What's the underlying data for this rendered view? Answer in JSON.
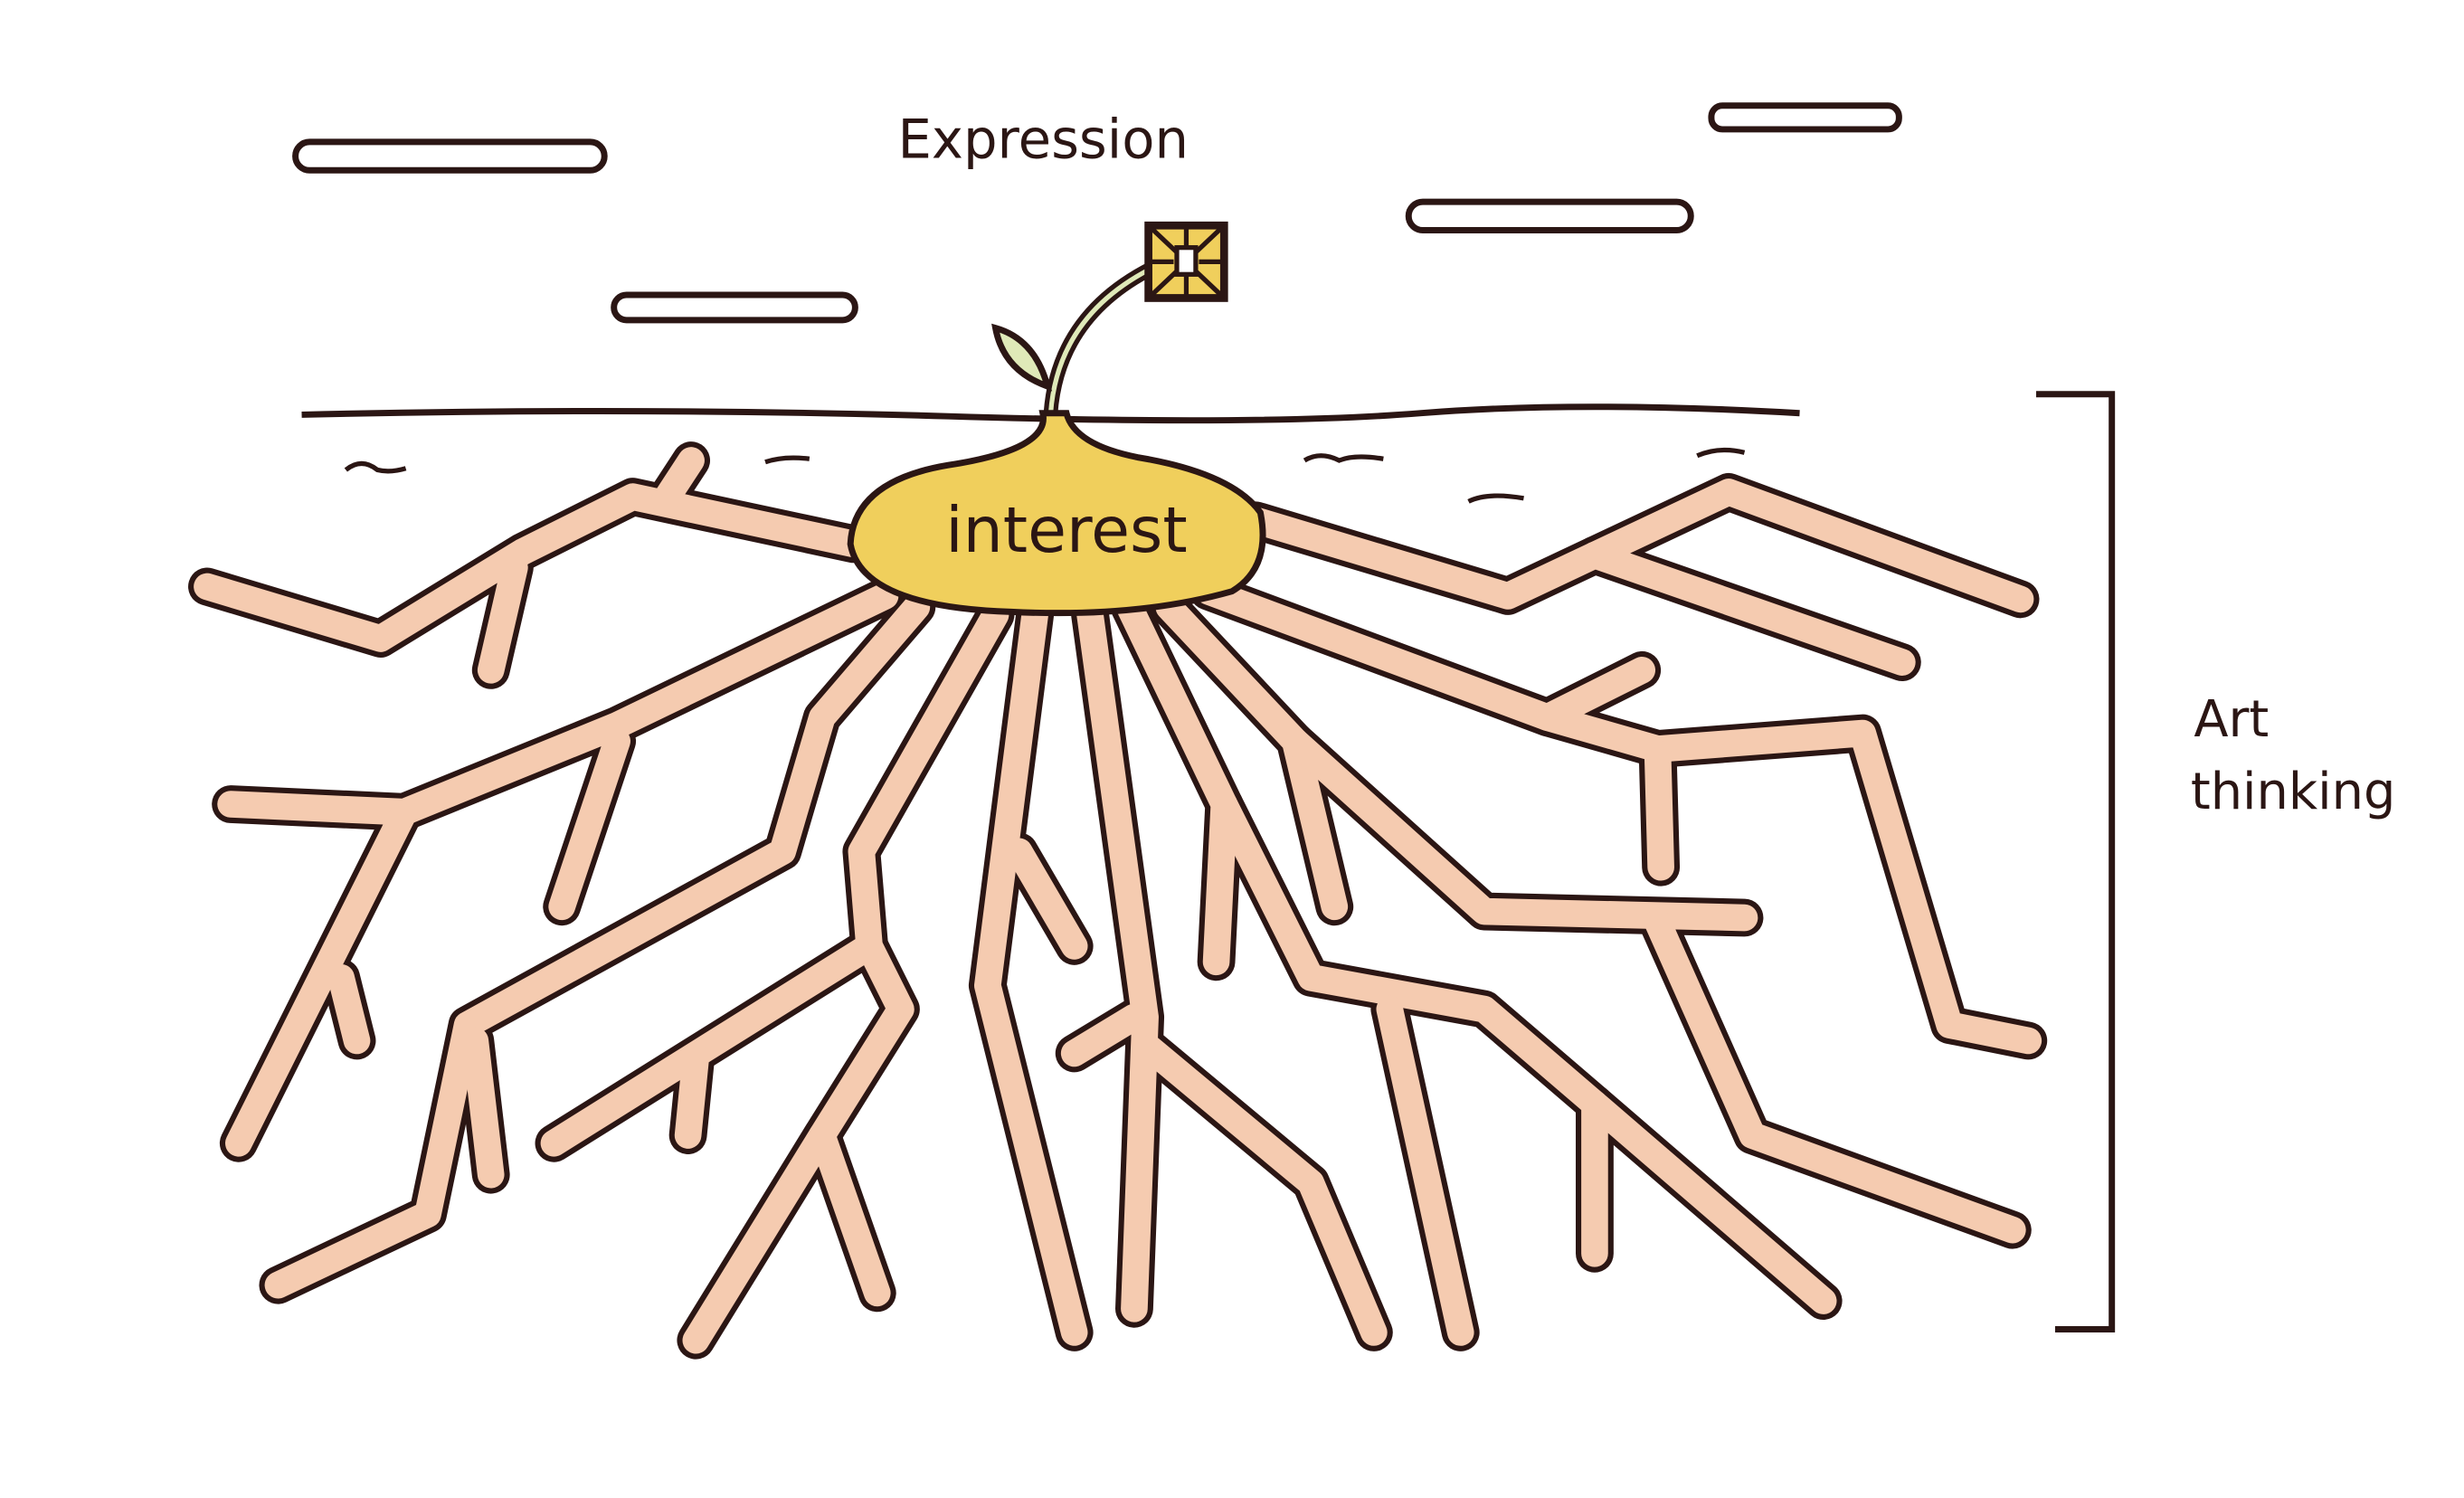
{
  "labels": {
    "top": "Expression",
    "bulb": "interest",
    "side_line1": "Art",
    "side_line2": "thinking"
  },
  "colors": {
    "outline": "#2b1614",
    "bulb": "#f0cf5c",
    "root": "#f5cbb0",
    "leaf": "#dfe9b8",
    "background": "#ffffff"
  }
}
